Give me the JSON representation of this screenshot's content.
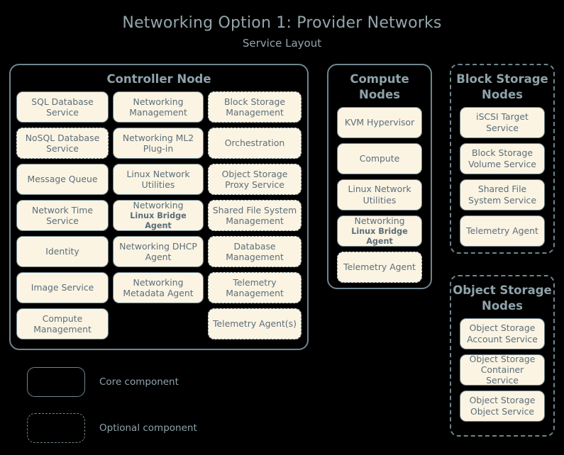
{
  "header": {
    "title": "Networking Option 1: Provider Networks",
    "subtitle": "Service Layout"
  },
  "colors": {
    "background": "#000000",
    "box_fill": "#fbf4e3",
    "border": "#6e858e",
    "title_text": "#93a6ac",
    "box_text": "#5c6e79"
  },
  "nodes": [
    {
      "id": "controller",
      "title": "Controller Node",
      "border": "solid",
      "layout": "grid-3",
      "items": [
        {
          "label": "SQL Database Service",
          "style": "solid"
        },
        {
          "label": "Networking Management",
          "style": "solid"
        },
        {
          "label": "Block Storage Management",
          "style": "dashed"
        },
        {
          "label": "NoSQL Database Service",
          "style": "dashed"
        },
        {
          "label": "Networking ML2 Plug-in",
          "style": "solid"
        },
        {
          "label": "Orchestration",
          "style": "dashed"
        },
        {
          "label": "Message Queue",
          "style": "solid"
        },
        {
          "label": "Linux Network Utilities",
          "style": "solid"
        },
        {
          "label": "Object Storage Proxy Service",
          "style": "dashed"
        },
        {
          "label": "Network Time Service",
          "style": "solid"
        },
        {
          "label": "Networking",
          "sub": "Linux Bridge Agent",
          "style": "solid"
        },
        {
          "label": "Shared File System Management",
          "style": "dashed"
        },
        {
          "label": "Identity",
          "style": "solid"
        },
        {
          "label": "Networking DHCP Agent",
          "style": "solid"
        },
        {
          "label": "Database Management",
          "style": "dashed"
        },
        {
          "label": "Image Service",
          "style": "solid"
        },
        {
          "label": "Networking Metadata Agent",
          "style": "solid"
        },
        {
          "label": "Telemetry Management",
          "style": "dashed"
        },
        {
          "label": "Compute Management",
          "style": "solid"
        },
        {
          "label": "",
          "style": "empty"
        },
        {
          "label": "Telemetry Agent(s)",
          "style": "dashed"
        }
      ]
    },
    {
      "id": "compute",
      "title": "Compute Nodes",
      "border": "solid",
      "layout": "column",
      "items": [
        {
          "label": "KVM Hypervisor",
          "style": "solid"
        },
        {
          "label": "Compute",
          "style": "solid"
        },
        {
          "label": "Linux Network Utilities",
          "style": "solid"
        },
        {
          "label": "Networking",
          "sub": "Linux Bridge Agent",
          "style": "solid"
        },
        {
          "label": "Telemetry Agent",
          "style": "dashed"
        }
      ]
    },
    {
      "id": "block-storage",
      "title": "Block Storage Nodes",
      "border": "dashed",
      "layout": "column",
      "items": [
        {
          "label": "iSCSI Target Service",
          "style": "solid"
        },
        {
          "label": "Block Storage Volume Service",
          "style": "solid"
        },
        {
          "label": "Shared File System Service",
          "style": "solid"
        },
        {
          "label": "Telemetry Agent",
          "style": "solid"
        }
      ]
    },
    {
      "id": "object-storage",
      "title": "Object Storage Nodes",
      "border": "dashed",
      "layout": "column",
      "items": [
        {
          "label": "Object Storage Account Service",
          "style": "solid"
        },
        {
          "label": "Object Storage Container Service",
          "style": "solid"
        },
        {
          "label": "Object Storage Object Service",
          "style": "solid"
        }
      ]
    }
  ],
  "legend": [
    {
      "label": "Core component",
      "style": "solid"
    },
    {
      "label": "Optional component",
      "style": "dashed"
    }
  ]
}
